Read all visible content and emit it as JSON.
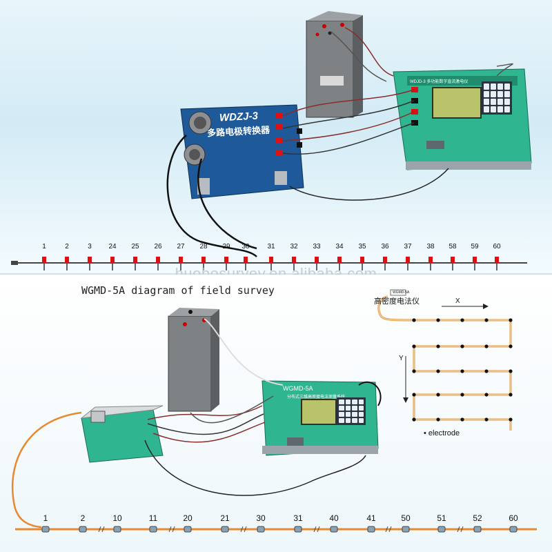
{
  "top": {
    "switcher": {
      "model": "WDZJ-3",
      "name_cn": "多路电极转换器"
    },
    "host": {
      "model": "WDJD-3 多功能数字直流激电仪"
    },
    "electrode_labels": [
      "1",
      "2",
      "3",
      "24",
      "25",
      "26",
      "27",
      "28",
      "29",
      "30",
      "31",
      "32",
      "33",
      "34",
      "35",
      "36",
      "37",
      "38",
      "58",
      "59",
      "60"
    ]
  },
  "watermark": "huobosurvey.en.alibaba.com",
  "bottom": {
    "title": "WGMD-5A diagram of field survey",
    "host": {
      "model": "WGMD-5A",
      "name_cn": "分布式三维高密度电法测量系统"
    },
    "inset": {
      "badge": "WGMD-5A",
      "title_cn": "高密度电法仪",
      "x_label": "X",
      "y_label": "Y",
      "legend": "• electrode"
    },
    "electrode_labels": [
      "1",
      "2",
      "10",
      "11",
      "20",
      "21",
      "30",
      "31",
      "40",
      "41",
      "50",
      "51",
      "52",
      "60"
    ]
  }
}
